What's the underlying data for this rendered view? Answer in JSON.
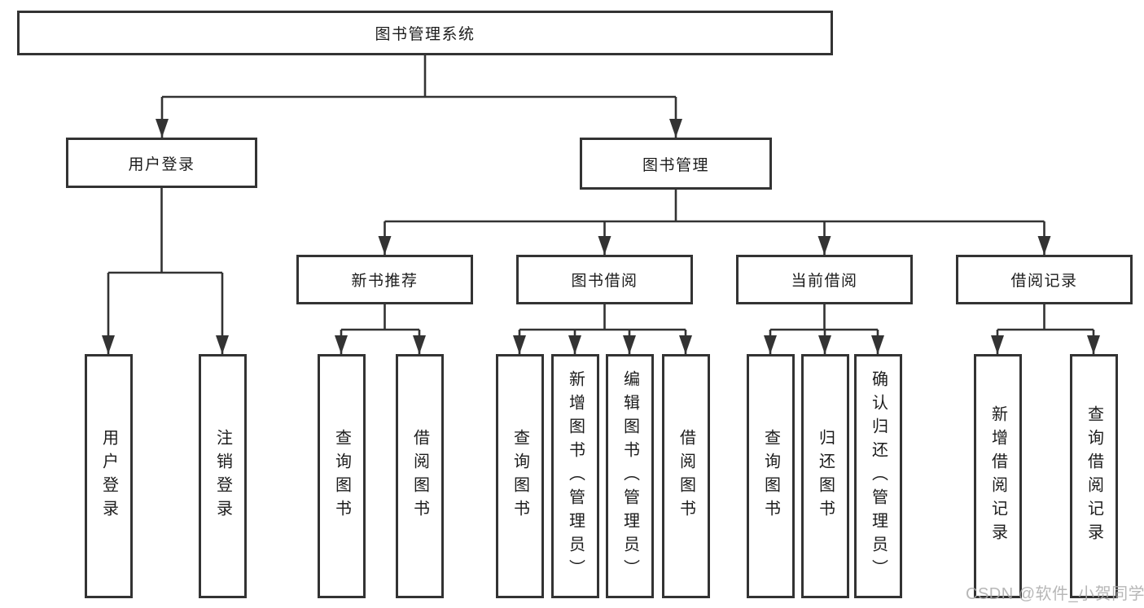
{
  "colors": {
    "line": "#333333",
    "text": "#1c1c1c",
    "background": "#ffffff",
    "watermark": "#aaaaaa"
  },
  "diagram": {
    "root": {
      "label": "图书管理系统"
    },
    "level2": [
      {
        "label": "用户登录"
      },
      {
        "label": "图书管理"
      }
    ],
    "level3": [
      {
        "label": "新书推荐"
      },
      {
        "label": "图书借阅"
      },
      {
        "label": "当前借阅"
      },
      {
        "label": "借阅记录"
      }
    ],
    "leaves": {
      "user_login": [
        {
          "label": "用户登录"
        },
        {
          "label": "注销登录"
        }
      ],
      "new_book": [
        {
          "label": "查询图书"
        },
        {
          "label": "借阅图书"
        }
      ],
      "book_borrow": [
        {
          "label": "查询图书"
        },
        {
          "label": "新增图书（管理员）"
        },
        {
          "label": "编辑图书（管理员）"
        },
        {
          "label": "借阅图书"
        }
      ],
      "current_borrow": [
        {
          "label": "查询图书"
        },
        {
          "label": "归还图书"
        },
        {
          "label": "确认归还（管理员）"
        }
      ],
      "borrow_record": [
        {
          "label": "新增借阅记录"
        },
        {
          "label": "查询借阅记录"
        }
      ]
    }
  },
  "watermark": {
    "text": "CSDN @软件_小贺同学"
  }
}
